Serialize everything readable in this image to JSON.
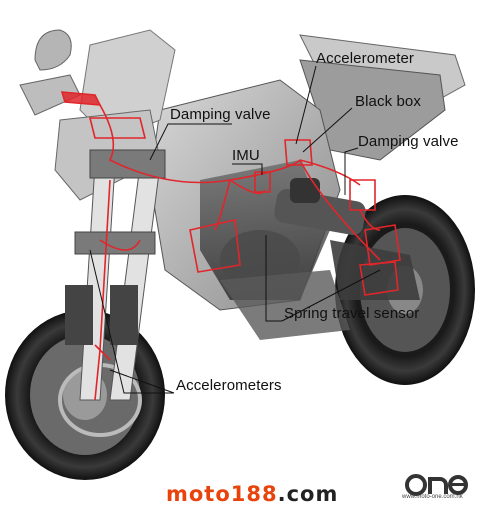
{
  "labels": {
    "accelerometer": "Accelerometer",
    "black_box": "Black box",
    "damping_valve_front": "Damping valve",
    "damping_valve_rear": "Damping valve",
    "imu": "IMU",
    "spring_travel_sensor": "Spring travel sensor",
    "accelerometers": "Accelerometers"
  },
  "footer": {
    "site_part1": "moto188",
    "site_part2": ".com"
  },
  "watermark": {
    "url": "www.moto-one.com.hk"
  },
  "colors": {
    "highlight": "#e0262b",
    "footer_accent": "#e8430c"
  }
}
